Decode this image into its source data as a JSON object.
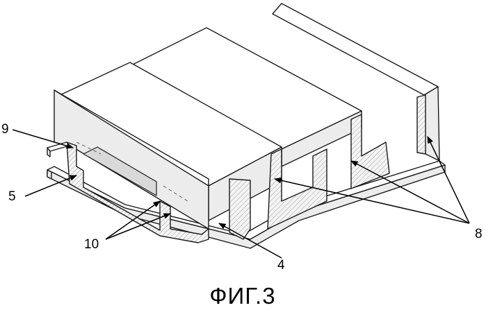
{
  "figure": {
    "caption": "ФИГ.3",
    "labels": {
      "l9": "9",
      "l5": "5",
      "l10": "10",
      "l4": "4",
      "l8": "8"
    }
  }
}
